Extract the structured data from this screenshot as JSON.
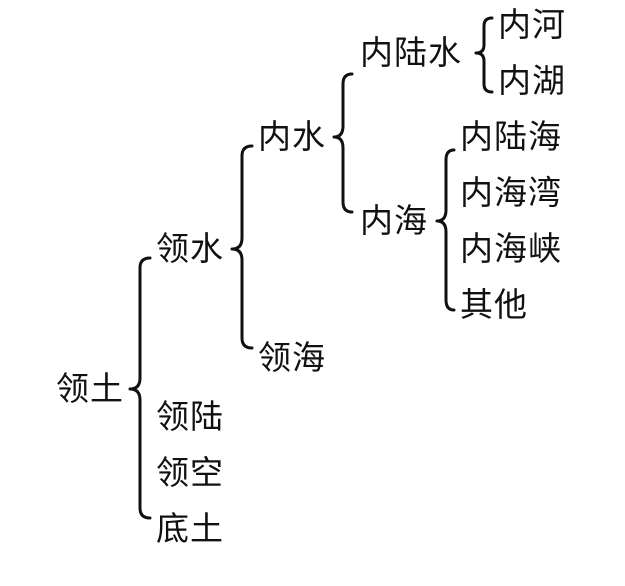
{
  "tree": {
    "root": "领土",
    "level1": {
      "lingshui": "领水",
      "linglu": "领陆",
      "lingkong": "领空",
      "ditu": "底土"
    },
    "level2": {
      "neishui": "内水",
      "linghai": "领海"
    },
    "level3": {
      "neilushui": "内陆水",
      "neihai": "内海"
    },
    "level4": {
      "neihe": "内河",
      "neihu": "内湖",
      "neiluhai": "内陆海",
      "neihaiwan": "内海湾",
      "neihaixia": "内海峡",
      "qita": "其他"
    }
  }
}
